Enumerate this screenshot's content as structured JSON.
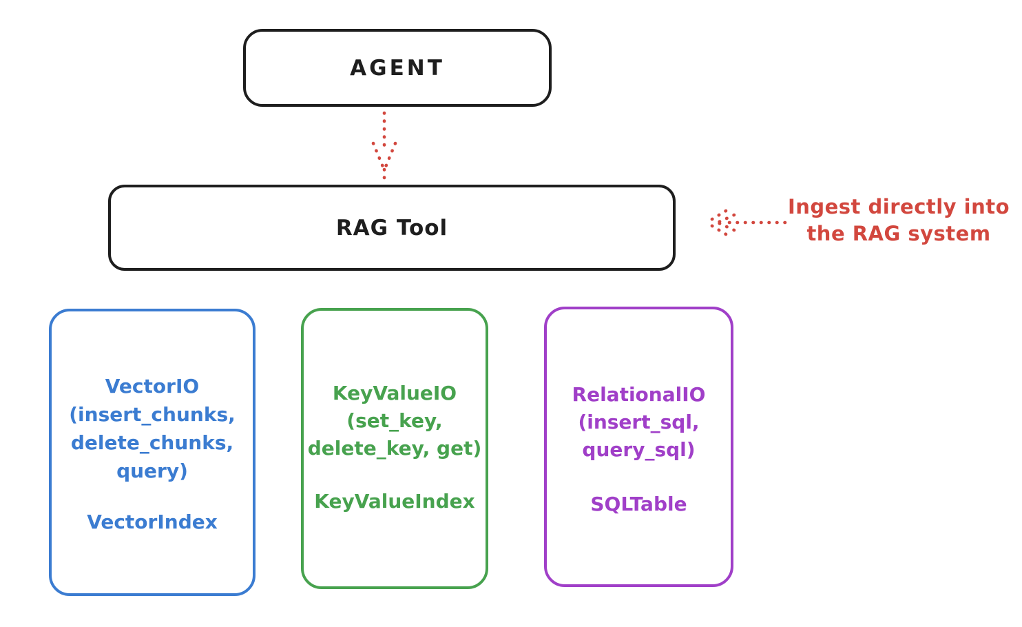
{
  "colors": {
    "ink": "#1e1e1e",
    "red": "#d2473e",
    "blue": "#3b7cd1",
    "green": "#47a24e",
    "purple": "#a03fc8"
  },
  "nodes": {
    "agent": {
      "label": "AGENT"
    },
    "rag_tool": {
      "label": "RAG Tool"
    }
  },
  "annotation": {
    "line1": "Ingest directly into",
    "line2": "the RAG system"
  },
  "arrows": {
    "agent_to_rag": "dotted-down-arrow",
    "ingest_to_rag": "dotted-left-arrow"
  },
  "backends": [
    {
      "io_lines": [
        "VectorIO",
        "(insert_chunks,",
        "delete_chunks,",
        "query)"
      ],
      "index_label": "VectorIndex",
      "color": "#3b7cd1"
    },
    {
      "io_lines": [
        "KeyValueIO",
        "(set_key,",
        "delete_key, get)"
      ],
      "index_label": "KeyValueIndex",
      "color": "#47a24e"
    },
    {
      "io_lines": [
        "RelationalIO",
        "(insert_sql,",
        "query_sql)"
      ],
      "index_label": "SQLTable",
      "color": "#a03fc8"
    }
  ]
}
